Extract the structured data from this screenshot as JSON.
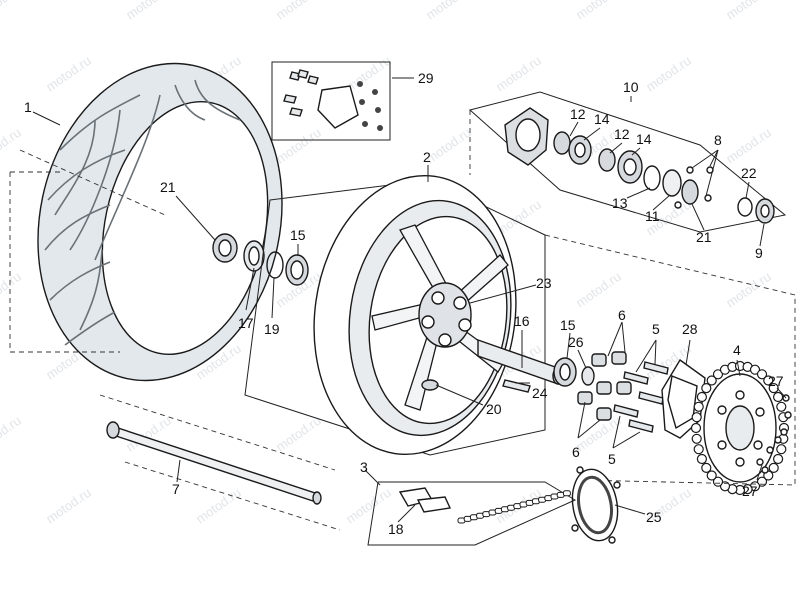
{
  "watermark": "motod.ru",
  "callouts": {
    "c1": "1",
    "c2": "2",
    "c3": "3",
    "c4": "4",
    "c5a": "5",
    "c5b": "5",
    "c6a": "6",
    "c6b": "6",
    "c7": "7",
    "c8": "8",
    "c9": "9",
    "c10": "10",
    "c11": "11",
    "c12a": "12",
    "c12b": "12",
    "c13": "13",
    "c14a": "14",
    "c14b": "14",
    "c15a": "15",
    "c15b": "15",
    "c16": "16",
    "c17": "17",
    "c18": "18",
    "c19": "19",
    "c20": "20",
    "c21a": "21",
    "c21b": "21",
    "c22": "22",
    "c23": "23",
    "c24": "24",
    "c25": "25",
    "c26": "26",
    "c27a": "27",
    "c27b": "27",
    "c28": "28",
    "c29": "29"
  },
  "colors": {
    "tire": "#e3e8ec",
    "metal": "#d6dade",
    "ink": "#1a1a1a"
  }
}
